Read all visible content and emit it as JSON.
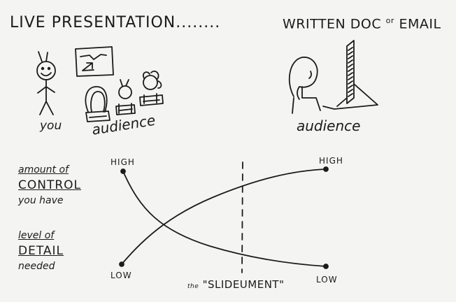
{
  "titles": {
    "left": "LIVE PRESENTATION........",
    "right_main": "WRITTEN DOC",
    "right_or": "or",
    "right_tail": "EMAIL"
  },
  "figures": {
    "you_label": "you",
    "audience_left_label": "audience",
    "audience_right_label": "audience"
  },
  "axis": {
    "control_line1": "amount of",
    "control_line2": "CONTROL",
    "control_line3": "you have",
    "detail_line1": "level of",
    "detail_line2": "DETAIL",
    "detail_line3": "needed",
    "high_left": "HIGH",
    "high_right": "HIGH",
    "low_left": "LOW",
    "low_right": "LOW"
  },
  "divider": {
    "prefix": "the",
    "label": "\"SLIDEUMENT\""
  },
  "colors": {
    "ink": "#1b1b1b",
    "paper": "#f4f4f2"
  }
}
